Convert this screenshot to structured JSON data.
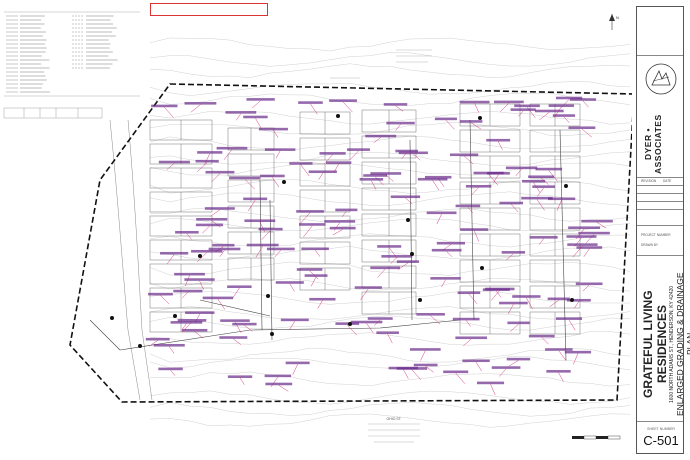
{
  "title_block": {
    "firm_name": "DYER • ASSOCIATES",
    "project_title": "GRATEFUL LIVING RESIDENCES",
    "project_address": "1600 NORTH ADAMS ST., HENDERSON, KY 42420",
    "sheet_title": "ENLARGED GRADING & DRAINAGE PLAN",
    "sheet_number_label": "SHEET NUMBER",
    "sheet_number": "C-501",
    "revision_label": "REVISION",
    "date_label": "DATE",
    "drawn_by_label": "DRAWN BY",
    "project_number_label": "PROJECT NUMBER"
  },
  "plan": {
    "legend_title": "LEGEND",
    "bottom_street_label": "OHIO ST.",
    "north_arrow_label": "N"
  },
  "colors": {
    "boundary": "#111111",
    "linework": "#555555",
    "callout_text": "#6a2a8a",
    "callout_arrow": "#d0207a",
    "revision_box": "#dd3333"
  },
  "icons": {
    "north_arrow": "north-arrow-icon",
    "firm_logo": "firm-logo-icon"
  }
}
